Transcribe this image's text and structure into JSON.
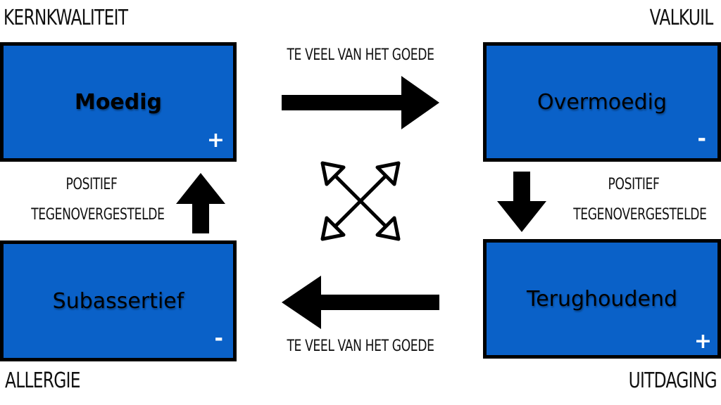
{
  "corners": {
    "top_left": "KERNKWALITEIT",
    "top_right": "VALKUIL",
    "bottom_left": "ALLERGIE",
    "bottom_right": "UITDAGING"
  },
  "boxes": {
    "top_left": {
      "label": "Moedig",
      "sign": "+"
    },
    "top_right": {
      "label": "Overmoedig",
      "sign": "-"
    },
    "bottom_left": {
      "label": "Subassertief",
      "sign": "-"
    },
    "bottom_right": {
      "label": "Terughoudend",
      "sign": "+"
    }
  },
  "arrows": {
    "top_label": "TE VEEL VAN HET GOEDE",
    "bottom_label": "TE VEEL VAN HET GOEDE",
    "left_line1": "POSITIEF",
    "left_line2": "TEGENOVERGESTELDE",
    "right_line1": "POSITIEF",
    "right_line2": "TEGENOVERGESTELDE"
  },
  "colors": {
    "box_fill": "#0a61c8",
    "box_border": "#000000",
    "sign": "#ffffff"
  }
}
